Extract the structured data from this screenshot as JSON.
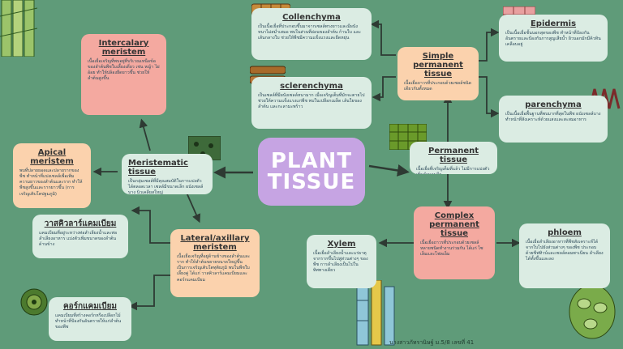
{
  "center": {
    "line1": "PLANT",
    "line2": "TISSUE"
  },
  "collenchyma": {
    "title": "Collenchyma",
    "text": "เป็นเนื้อเยื่อที่ประกอบขึ้นมาจากเซลล์ทรงยาวและมีผนังหนาไม่สม่ำเสมอ พบในส่วนที่อ่อนของลำต้น ก้านใบ และเส้นกลางใบ ช่วยให้พืชมีความแข็งแรงและยืดหยุ่น"
  },
  "sclerenchyma": {
    "title": "sclerenchyma",
    "text": "เป็นเซลล์ที่มีผนังเซลล์หนามาก เมื่อเจริญเต็มที่มักจะตายไป ช่วยให้ความแข็งแรงแก่พืช พบในเปลือกเมล็ด เส้นใยของลำต้น และกะลามะพร้าว"
  },
  "intercalary": {
    "title": "Intercalary meristem",
    "text": "เนื้อเยื่อเจริญที่พบอยู่ที่บริเวณเหนือข้อของลำต้นพืชใบเลี้ยงเดี่ยว เช่น หญ้า ไผ่ อ้อย ทำให้ปล้องยืดยาวขึ้น ช่วยให้ลำต้นสูงขึ้น"
  },
  "apical": {
    "title": "Apical meristem",
    "text": "พบที่ปลายยอดและปลายรากของพืช ทำหน้าที่แบ่งเซลล์เพื่อเพิ่มความยาวของลำต้นและราก ทำให้พืชสูงขึ้นและรากยาวขึ้น (การเจริญเติบโตปฐมภูมิ)"
  },
  "meristematic": {
    "title": "Meristematic tissue",
    "text": "เป็นกลุ่มเซลล์ที่มีคุณสมบัติในการแบ่งตัวได้ตลอดเวลา เซลล์มีขนาดเล็ก ผนังเซลล์บาง นิวเคลียสใหญ่"
  },
  "vascular": {
    "title": "วาสคิวลาร์แคมเบียม",
    "text": "แคมเบียมที่อยู่ระหว่างท่อลำเลียงน้ำและท่อลำเลียงอาหาร แบ่งตัวเพิ่มขนาดของลำต้นด้านข้าง"
  },
  "lateral": {
    "title": "Lateral/axillary meristem",
    "text": "เนื้อเยื่อเจริญที่อยู่ด้านข้างของลำต้นและราก ทำให้ลำต้นขยายขนาดใหญ่ขึ้น เป็นการเจริญเติบโตทุติยภูมิ พบในพืชใบเลี้ยงคู่ ได้แก่ วาสคิวลาร์แคมเบียมและคอร์กแคมเบียม"
  },
  "cork": {
    "title": "คอร์กแคมเบียม",
    "text": "แคมเบียมที่สร้างคอร์กหรือเปลือกไม้ ทำหน้าที่ป้องกันอันตรายให้แก่ลำต้นของพืช"
  },
  "simple": {
    "title": "Simple permanent tissue",
    "text": "เนื้อเยื่อถาวรที่ประกอบด้วยเซลล์ชนิดเดียวกันทั้งหมด"
  },
  "epidermis": {
    "title": "Epidermis",
    "text": "เป็นเนื้อเยื่อชั้นนอกสุดของพืช ทำหน้าที่ป้องกันอันตรายและป้องกันการสูญเสียน้ำ ผิวนอกมักมีคิวทินเคลือบอยู่"
  },
  "parenchyma": {
    "title": "parenchyma",
    "text": "เป็นเนื้อเยื่อพื้นฐานที่พบมากที่สุดในพืช ผนังเซลล์บาง ทำหน้าที่สังเคราะห์ด้วยแสงและสะสมอาหาร"
  },
  "permanent": {
    "title": "Permanent tissue",
    "text": "เนื้อเยื่อที่เจริญเต็มที่แล้ว ไม่มีการแบ่งตัวเพิ่มจำนวนอีก"
  },
  "complex": {
    "title": "Complex permanent tissue",
    "text": "เนื้อเยื่อถาวรที่ประกอบด้วยเซลล์หลายชนิดทำงานร่วมกัน ได้แก่ ไซเล็มและโฟลเอ็ม"
  },
  "xylem": {
    "title": "Xylem",
    "text": "เนื้อเยื่อลำเลียงน้ำและแร่ธาตุจากรากขึ้นไปสู่ส่วนต่างๆ ของพืช การลำเลียงเป็นไปในทิศทางเดียว"
  },
  "phloem": {
    "title": "phloem",
    "text": "เนื้อเยื่อลำเลียงอาหารที่พืชสังเคราะห์ได้จากใบไปยังส่วนต่างๆ ของพืช ประกอบด้วยซีฟทิวบ์และเซลล์คอมพาเนียน ลำเลียงได้ทั้งขึ้นและลง"
  },
  "credit": "นางสาวภัทรานิษฐ์ ม.5/8 เลขที่ 41",
  "colors": {
    "background": "#5f9b79",
    "mint": "#dbece3",
    "pink": "#f4a9a0",
    "peach": "#fbd2ad",
    "center": "#c6a4e3"
  }
}
